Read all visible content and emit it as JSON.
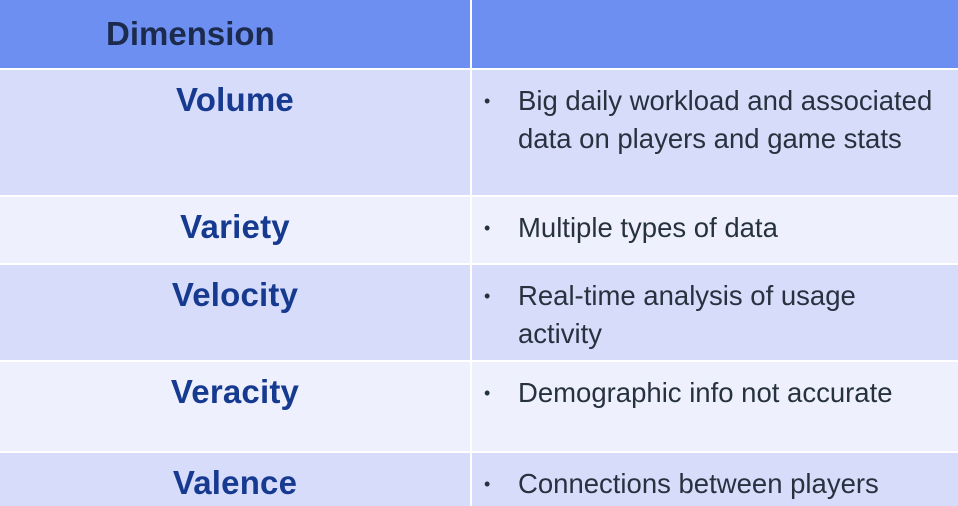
{
  "table": {
    "header": {
      "dimension_label": "Dimension",
      "right_label": ""
    },
    "bullet_symbol": "•",
    "rows": [
      {
        "dimension": "Volume",
        "description": "Big daily workload and associated data on players and game stats"
      },
      {
        "dimension": "Variety",
        "description": "Multiple types of data"
      },
      {
        "dimension": "Velocity",
        "description": "Real-time analysis of usage activity"
      },
      {
        "dimension": "Veracity",
        "description": "Demographic info not accurate"
      },
      {
        "dimension": "Valence",
        "description": "Connections between players"
      }
    ]
  },
  "colors": {
    "header_bg": "#6d8ff2",
    "row_dark": "#d7dcfb",
    "row_light": "#eef0fd",
    "dimension_text": "#163a8f"
  }
}
